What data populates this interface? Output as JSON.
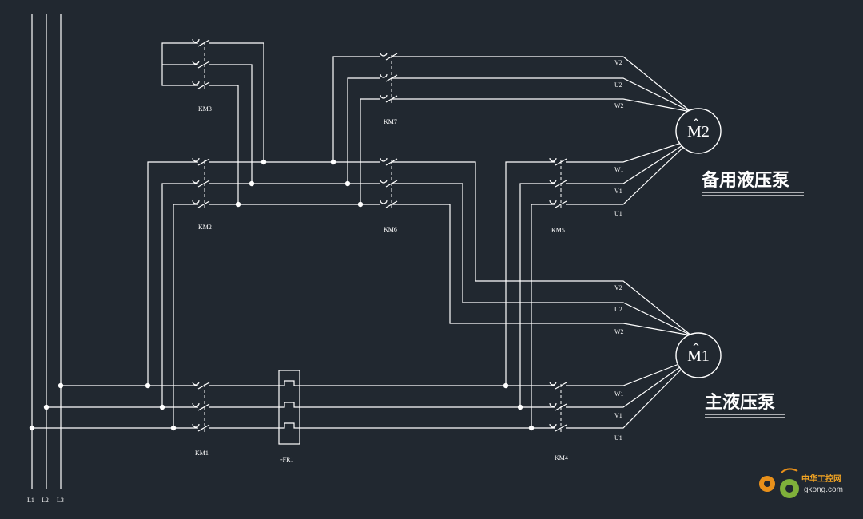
{
  "bus_labels": [
    "L1",
    "L2",
    "L3"
  ],
  "contactors": {
    "km1": "KM1",
    "km2": "KM2",
    "km3": "KM3",
    "km4": "KM4",
    "km5": "KM5",
    "km6": "KM6",
    "km7": "KM7"
  },
  "relay": "-FR1",
  "motors": {
    "m2": "M2",
    "m1": "M1"
  },
  "terminals": {
    "m2_top": [
      "V2",
      "U2",
      "W2"
    ],
    "m2_bottom": [
      "W1",
      "V1",
      "U1"
    ],
    "m1_top": [
      "V2",
      "U2",
      "W2"
    ],
    "m1_bottom": [
      "W1",
      "V1",
      "U1"
    ]
  },
  "titles": {
    "standby": "备用液压泵",
    "main": "主液压泵"
  },
  "watermark": {
    "cn": "中华工控网",
    "url": "gkong.com"
  },
  "colors": {
    "background": "#212830",
    "line": "#ffffff",
    "watermark": "#f5a623"
  }
}
